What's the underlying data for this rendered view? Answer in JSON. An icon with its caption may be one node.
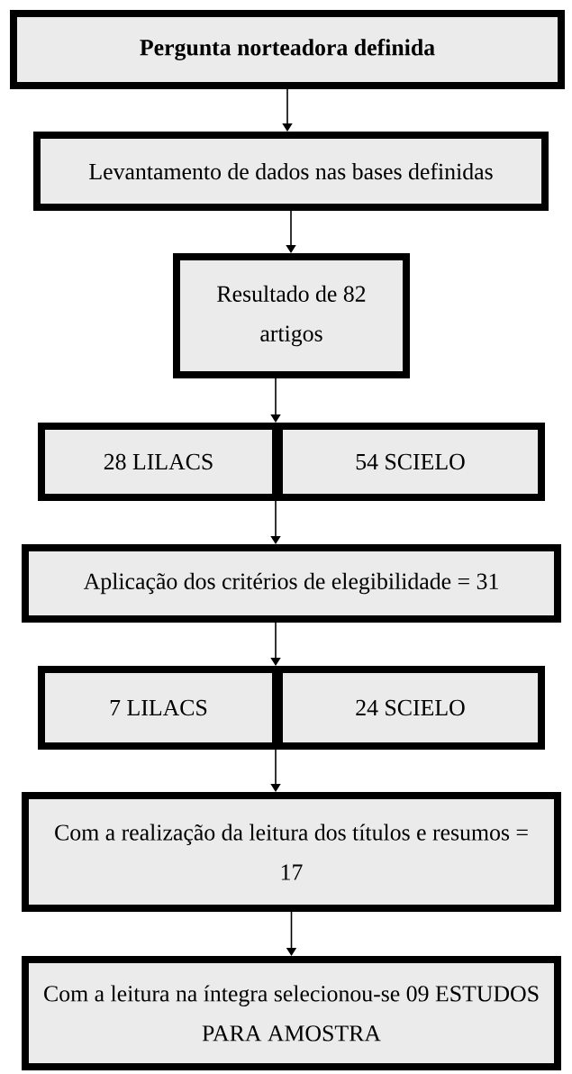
{
  "diagram": {
    "nodes": [
      {
        "text": [
          "Pergunta norteadora definida"
        ]
      },
      {
        "text": [
          "Levantamento de dados nas bases definidas"
        ]
      },
      {
        "text": [
          "Resultado de 82 artigos"
        ]
      },
      {
        "text": [
          "28 LILACS"
        ]
      },
      {
        "text": [
          "54 SCIELO"
        ]
      },
      {
        "text": [
          "Aplicação dos critérios de elegibilidade = 31"
        ]
      },
      {
        "text": [
          "7 LILACS"
        ]
      },
      {
        "text": [
          "24 SCIELO"
        ]
      },
      {
        "text": [
          "Com a realização da leitura dos títulos e resumos = 17"
        ]
      },
      {
        "text": [
          "Com a leitura na íntegra selecionou-se 09 ESTUDOS PARA AMOSTRA"
        ]
      }
    ],
    "edges": [
      {
        "from": 0,
        "to": 1,
        "arrow": "to"
      },
      {
        "from": 1,
        "to": 2,
        "arrow": "to"
      },
      {
        "from": 2,
        "to": 3,
        "arrow": "to"
      },
      {
        "from": 2,
        "to": 4,
        "arrow": "to"
      },
      {
        "from": 3,
        "to": 5,
        "arrow": "to"
      },
      {
        "from": 4,
        "to": 5,
        "arrow": "to"
      },
      {
        "from": 5,
        "to": 6,
        "arrow": "to"
      },
      {
        "from": 5,
        "to": 7,
        "arrow": "to"
      },
      {
        "from": 6,
        "to": 8,
        "arrow": "to"
      },
      {
        "from": 7,
        "to": 8,
        "arrow": "to"
      },
      {
        "from": 8,
        "to": 9,
        "arrow": "to"
      }
    ]
  }
}
